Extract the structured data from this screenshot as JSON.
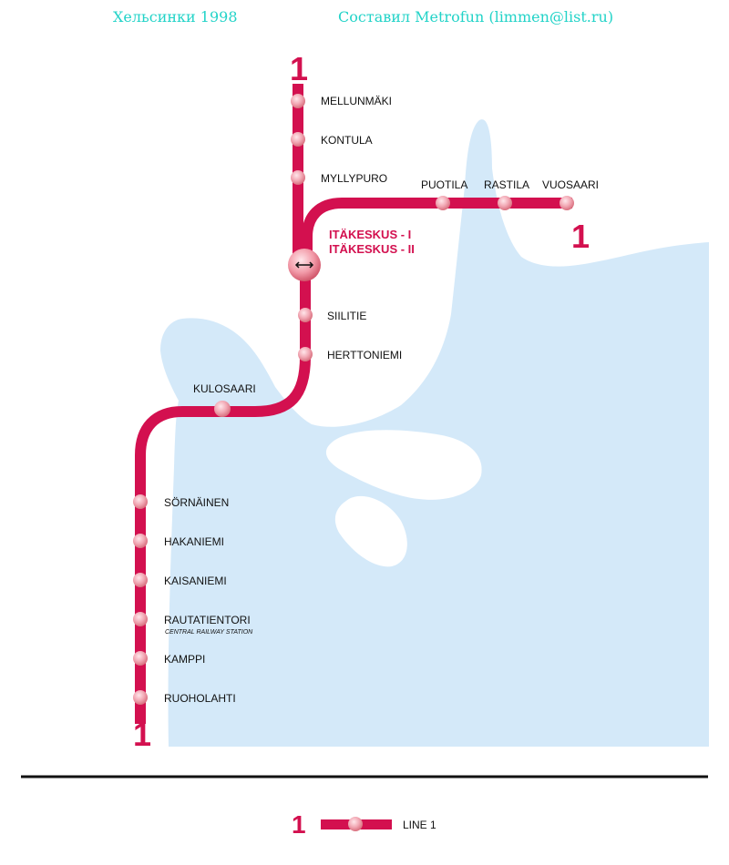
{
  "header": {
    "title": "Хельсинки 1998",
    "author": "Составил Metrofun (limmen@list.ru)"
  },
  "colors": {
    "line": "#d3104f",
    "water": "#d4e9f9",
    "station_fill": "#f2a9b5",
    "header_text": "#22d3c8"
  },
  "line": {
    "number": "1",
    "terminus_labels": [
      "1",
      "1",
      "1"
    ]
  },
  "stations": [
    {
      "name": "MELLUNMÄKI"
    },
    {
      "name": "KONTULA"
    },
    {
      "name": "MYLLYPURO"
    },
    {
      "name": "PUOTILA"
    },
    {
      "name": "RASTILA"
    },
    {
      "name": "VUOSAARI"
    },
    {
      "name": "SIILITIE"
    },
    {
      "name": "HERTTONIEMI"
    },
    {
      "name": "KULOSAARI"
    },
    {
      "name": "SÖRNÄINEN"
    },
    {
      "name": "HAKANIEMI"
    },
    {
      "name": "KAISANIEMI"
    },
    {
      "name": "RAUTATIENTORI",
      "sub": "CENTRAL RAILWAY STATION"
    },
    {
      "name": "KAMPPI"
    },
    {
      "name": "RUOHOLAHTI"
    }
  ],
  "hub": {
    "names": [
      "ITÄKESKUS - I",
      "ITÄKESKUS - II"
    ],
    "icon": "double-arrow-icon"
  },
  "legend": {
    "number": "1",
    "label": "LINE 1"
  }
}
